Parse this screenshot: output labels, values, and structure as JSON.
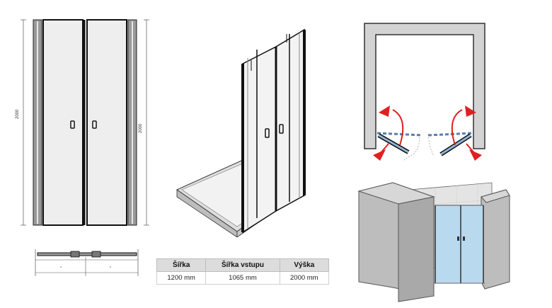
{
  "front_view": {
    "height_label_left": "2000",
    "height_label_right": "2000"
  },
  "spec_table": {
    "headers": [
      "Šířka",
      "Šířka vstupu",
      "Výška"
    ],
    "rows": [
      [
        "1200 mm",
        "1065 mm",
        "2000 mm"
      ]
    ]
  },
  "colors": {
    "glass": "#eeeeee",
    "frame": "#111111",
    "wall": "#d3d3d3",
    "arrow": "#e02020",
    "room_glass": "#b9d9ee"
  }
}
